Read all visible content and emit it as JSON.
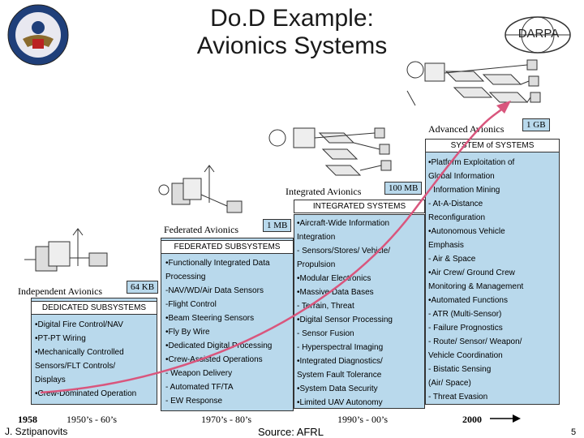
{
  "slide": {
    "title_line1": "Do.D Example:",
    "title_line2": "Avionics Systems",
    "darpa_logo_text": "DARPA",
    "author": "J. Sztipanovits",
    "source": "Source: AFRL",
    "page_number": "5"
  },
  "colors": {
    "box_fill": "#b9d9ec",
    "arrow": "#d9567d"
  },
  "stages": {
    "independent": {
      "name": "Independent Avionics",
      "capacity": "64 KB",
      "category": "DEDICATED SUBSYSTEMS",
      "features": [
        "•Digital Fire Control/NAV",
        "•PT-PT Wiring",
        "•Mechanically Controlled",
        "Sensors/FLT Controls/",
        "Displays",
        "•Crew-Dominated Operation"
      ]
    },
    "federated": {
      "name": "Federated Avionics",
      "capacity": "1 MB",
      "category": "FEDERATED SUBSYSTEMS",
      "features": [
        "•Functionally Integrated Data",
        "Processing",
        " -NAV/WD/Air Data Sensors",
        " -Flight Control",
        "•Beam Steering Sensors",
        "•Fly By Wire",
        "•Dedicated Digital Processing",
        "•Crew-Assisted Operations",
        " - Weapon Delivery",
        " - Automated TF/TA",
        " - EW Response"
      ]
    },
    "integrated": {
      "name": "Integrated Avionics",
      "capacity": "100 MB",
      "category": "INTEGRATED SYSTEMS",
      "features": [
        "•Aircraft-Wide Information",
        "Integration",
        "  - Sensors/Stores/ Vehicle/",
        "       Propulsion",
        "•Modular Electronics",
        "•Massive Data Bases",
        "  - Terrain, Threat",
        "•Digital Sensor Processing",
        "  - Sensor Fusion",
        "  - Hyperspectral Imaging",
        "•Integrated Diagnostics/",
        " System Fault Tolerance",
        "•System Data Security",
        "•Limited UAV Autonomy"
      ]
    },
    "advanced": {
      "name": "Advanced Avionics",
      "capacity": "1 GB",
      "category": "SYSTEM of SYSTEMS",
      "features": [
        "•Platform Exploitation of",
        "Global Information",
        "  - Information Mining",
        "  - At-A-Distance",
        "      Reconfiguration",
        "•Autonomous Vehicle",
        "Emphasis",
        "  - Air & Space",
        "•Air Crew/ Ground Crew",
        "Monitoring & Management",
        "•Automated Functions",
        "  - ATR (Multi-Sensor)",
        "  - Failure Prognostics",
        "  - Route/ Sensor/ Weapon/",
        "      Vehicle Coordination",
        "  - Bistatic Sensing",
        "      (Air/ Space)",
        "  - Threat Evasion"
      ]
    }
  },
  "timeline": {
    "start": "1958",
    "eras": [
      "1950’s - 60’s",
      "1970’s - 80’s",
      "1990’s - 00’s"
    ],
    "end": "2000"
  }
}
